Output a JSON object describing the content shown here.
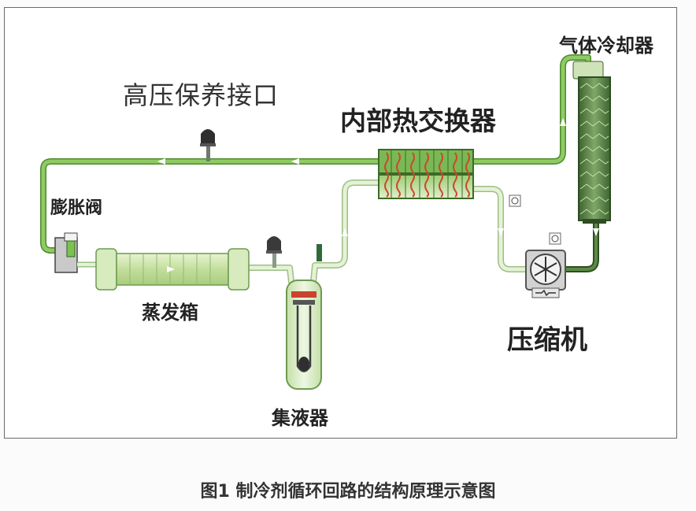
{
  "diagram": {
    "labels": {
      "high_pressure_port": "高压保养接口",
      "internal_heat_exchanger": "内部热交换器",
      "gas_cooler": "气体冷却器",
      "expansion_valve": "膨胀阀",
      "evaporator": "蒸发箱",
      "compressor": "压缩机",
      "accumulator": "集液器"
    },
    "caption": "图1 制冷剂循环回路的结构原理示意图"
  },
  "colors": {
    "frame_border": "#6a6a6a",
    "high_pressure_line": "#7cc253",
    "low_pressure_line": "#cfe6b4",
    "gas_cooler_fill": "#4f7a3a",
    "heat_exchanger_heat": "#c94a2a",
    "accumulator_fill": "#d8ecc5",
    "compressor_body": "#b9b9b9"
  },
  "icons": [
    "service-port-icon",
    "fan-icon",
    "flow-arrow-icon",
    "heat-wave-icon",
    "sensor-icon"
  ]
}
